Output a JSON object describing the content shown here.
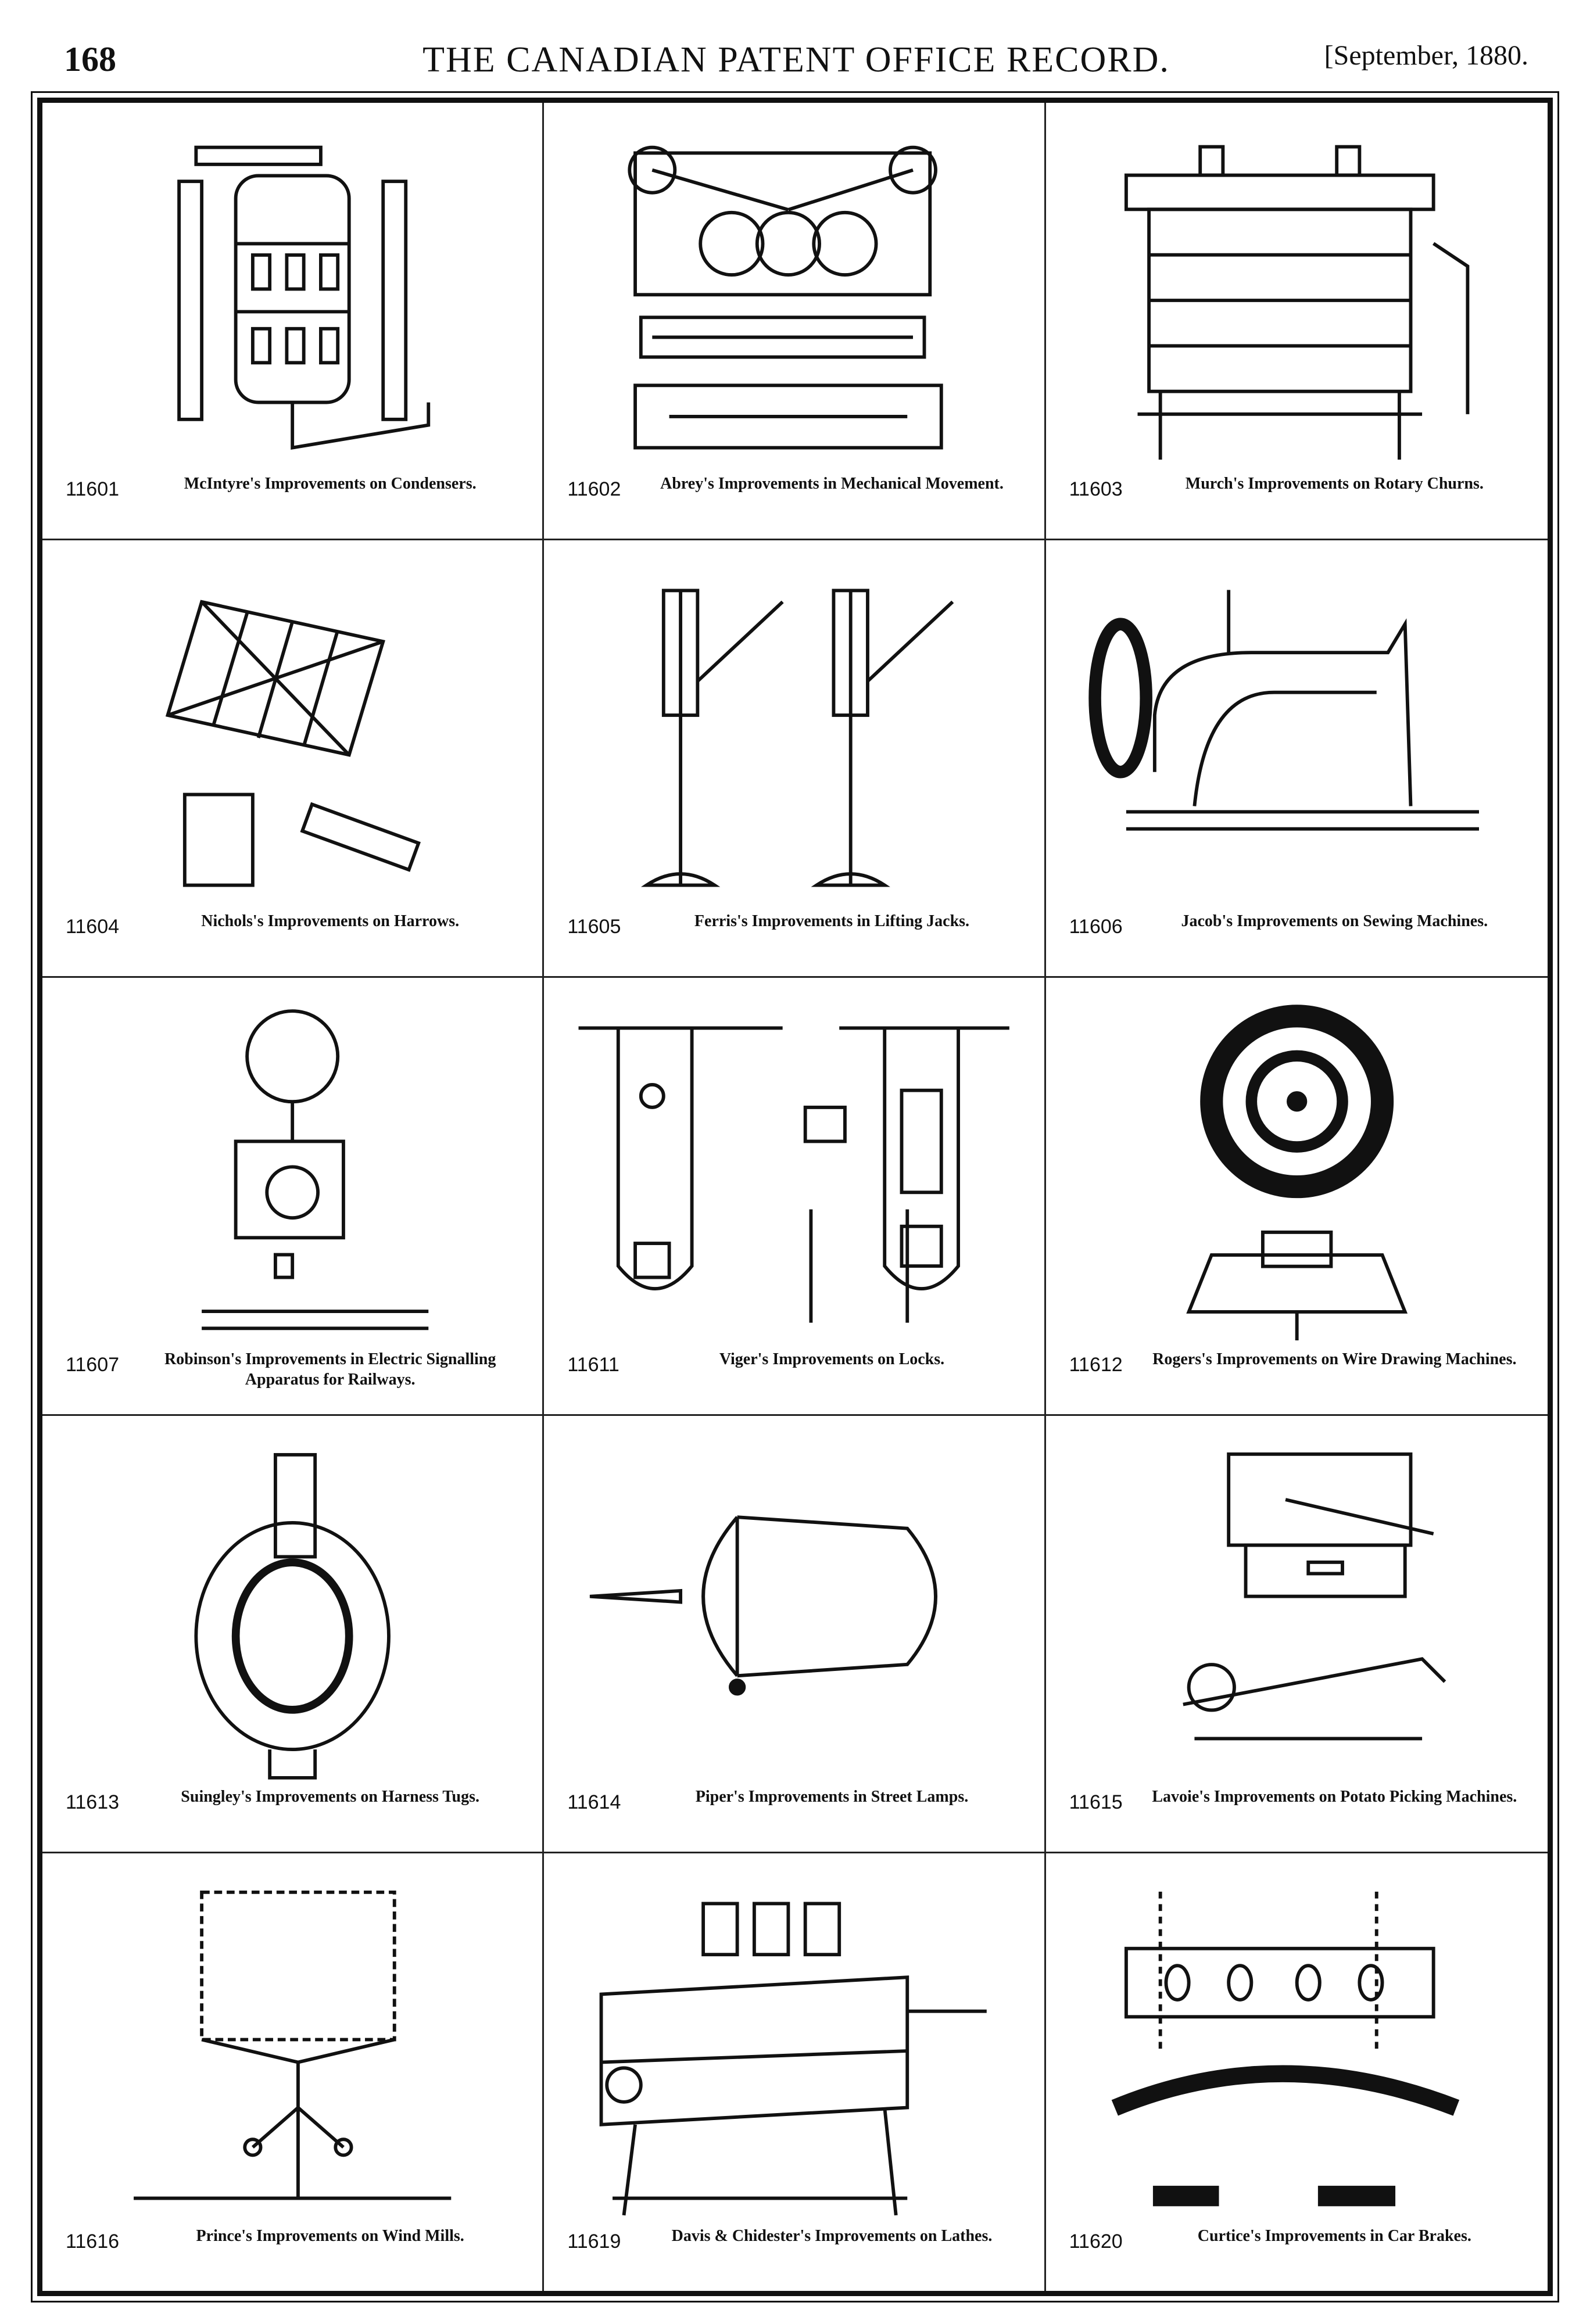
{
  "header": {
    "page_number": "168",
    "title": "THE CANADIAN PATENT OFFICE RECORD.",
    "date": "[September, 1880."
  },
  "patents": [
    {
      "number": "11601",
      "caption": "McIntyre's Improvements on Condensers."
    },
    {
      "number": "11602",
      "caption": "Abrey's Improvements in Mechanical Movement."
    },
    {
      "number": "11603",
      "caption": "Murch's Improvements on Rotary Churns."
    },
    {
      "number": "11604",
      "caption": "Nichols's Improvements on Harrows."
    },
    {
      "number": "11605",
      "caption": "Ferris's Improvements in Lifting Jacks."
    },
    {
      "number": "11606",
      "caption": "Jacob's Improvements on Sewing Machines."
    },
    {
      "number": "11607",
      "caption": "Robinson's Improvements in Electric Signalling Apparatus for Railways."
    },
    {
      "number": "11611",
      "caption": "Viger's Improvements on Locks."
    },
    {
      "number": "11612",
      "caption": "Rogers's Improvements on Wire Drawing Machines."
    },
    {
      "number": "11613",
      "caption": "Suingley's Improvements on Harness Tugs."
    },
    {
      "number": "11614",
      "caption": "Piper's Improvements in Street Lamps."
    },
    {
      "number": "11615",
      "caption": "Lavoie's Improvements on Potato Picking Machines."
    },
    {
      "number": "11616",
      "caption": "Prince's Improvements on Wind Mills."
    },
    {
      "number": "11619",
      "caption": "Davis & Chidester's Improvements on Lathes."
    },
    {
      "number": "11620",
      "caption": "Curtice's Improvements in Car Brakes."
    }
  ]
}
